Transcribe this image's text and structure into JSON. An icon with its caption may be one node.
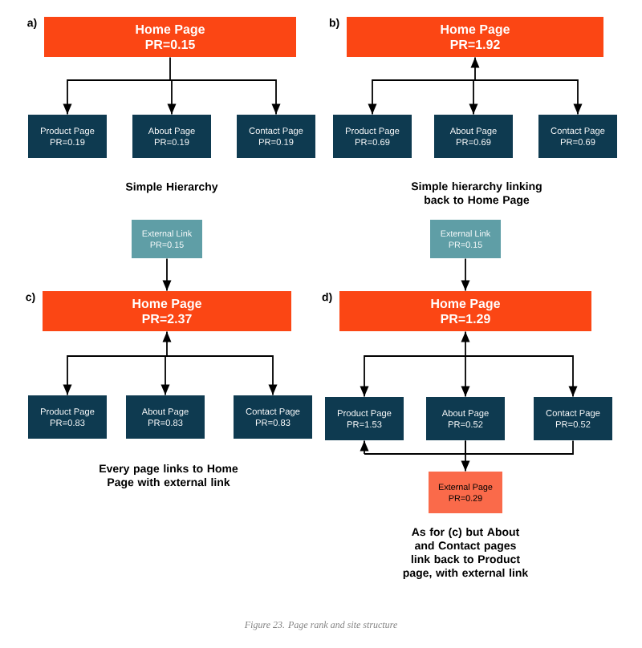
{
  "diagram": {
    "caption": "Figure 23. Page rank and site structure",
    "nodes": [
      {
        "text": [
          "Home Page",
          "PR=0.15"
        ],
        "beside": [
          "a)"
        ]
      },
      {
        "text": [
          "Product Page",
          "PR=0.19"
        ]
      },
      {
        "text": [
          "About Page",
          "PR=0.19"
        ]
      },
      {
        "text": [
          "Contact Page",
          "PR=0.19"
        ]
      },
      {
        "text": [
          "Home Page",
          "PR=1.92"
        ],
        "beside": [
          "b)"
        ]
      },
      {
        "text": [
          "Product Page",
          "PR=0.69"
        ]
      },
      {
        "text": [
          "About Page",
          "PR=0.69"
        ]
      },
      {
        "text": [
          "Contact Page",
          "PR=0.69"
        ]
      },
      {
        "text": [
          "External Link",
          "PR=0.15"
        ]
      },
      {
        "text": [
          "Home Page",
          "PR=2.37"
        ],
        "beside": [
          "c)"
        ]
      },
      {
        "text": [
          "Product Page",
          "PR=0.83"
        ]
      },
      {
        "text": [
          "About Page",
          "PR=0.83"
        ]
      },
      {
        "text": [
          "Contact Page",
          "PR=0.83"
        ]
      },
      {
        "text": [
          "External Link",
          "PR=0.15"
        ]
      },
      {
        "text": [
          "Home Page",
          "PR=1.29"
        ],
        "beside": [
          "d)"
        ]
      },
      {
        "text": [
          "Product Page",
          "PR=1.53"
        ]
      },
      {
        "text": [
          "About Page",
          "PR=0.52"
        ]
      },
      {
        "text": [
          "Contact Page",
          "PR=0.52"
        ]
      },
      {
        "text": [
          "External Page",
          "PR=0.29"
        ]
      }
    ],
    "edges": [
      {
        "from": 0,
        "to": 1,
        "arrow": "to"
      },
      {
        "from": 0,
        "to": 2,
        "arrow": "to"
      },
      {
        "from": 0,
        "to": 3,
        "arrow": "to"
      },
      {
        "from": 4,
        "to": 5,
        "arrow": "both"
      },
      {
        "from": 4,
        "to": 6,
        "arrow": "both"
      },
      {
        "from": 4,
        "to": 7,
        "arrow": "both"
      },
      {
        "from": 8,
        "to": 9,
        "arrow": "to"
      },
      {
        "from": 9,
        "to": 10,
        "arrow": "both"
      },
      {
        "from": 9,
        "to": 11,
        "arrow": "both"
      },
      {
        "from": 9,
        "to": 12,
        "arrow": "both"
      },
      {
        "from": 13,
        "to": 14,
        "arrow": "to"
      },
      {
        "from": 14,
        "to": 15,
        "arrow": "both"
      },
      {
        "from": 14,
        "to": 16,
        "arrow": "both"
      },
      {
        "from": 14,
        "to": 17,
        "arrow": "both"
      },
      {
        "from": 16,
        "to": 15,
        "arrow": "to"
      },
      {
        "from": 17,
        "to": 15,
        "arrow": "to"
      },
      {
        "from": 16,
        "to": 18,
        "arrow": "to"
      }
    ],
    "labels": [
      "Simple Hierarchy",
      "Simple hierarchy linking back to Home Page",
      "Every page links to Home Page with external link",
      "As for (c) but About and Contact pages link back to Product page, with external link"
    ]
  }
}
